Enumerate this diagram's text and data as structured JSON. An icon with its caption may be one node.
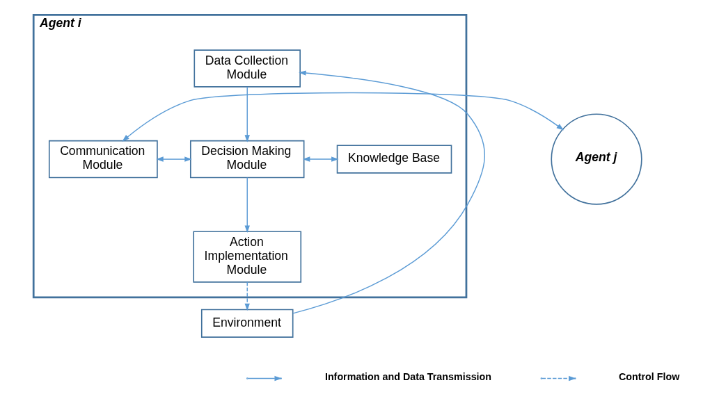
{
  "diagram": {
    "nodes": [
      {
        "text": [
          "Agent i"
        ]
      },
      {
        "text": [
          "Data Collection Module"
        ],
        "in": 0
      },
      {
        "text": [
          "Agent j"
        ]
      },
      {
        "text": [
          "Communication Module"
        ],
        "in": 0
      },
      {
        "text": [
          "Decision Making Module"
        ],
        "in": 0
      },
      {
        "text": [
          "Knowledge Base"
        ],
        "in": 0
      },
      {
        "text": [
          "Action Implementation Module"
        ],
        "in": 0
      },
      {
        "text": [
          "Environment"
        ]
      }
    ],
    "edges": [
      {
        "from": 2,
        "to": 3,
        "arrow": "both"
      },
      {
        "from": 3,
        "to": 4,
        "arrow": "both"
      },
      {
        "from": 1,
        "to": 4,
        "arrow": "to"
      },
      {
        "from": 4,
        "to": 5,
        "arrow": "both"
      },
      {
        "from": 4,
        "to": 6,
        "arrow": "to"
      },
      {
        "from": 6,
        "to": 7,
        "arrow": "to",
        "style": "dashed"
      },
      {
        "from": 7,
        "to": 1,
        "arrow": "to"
      }
    ],
    "legend": [
      {
        "text": "Information and Data Transmission"
      },
      {
        "text": "Control Flow"
      }
    ]
  }
}
